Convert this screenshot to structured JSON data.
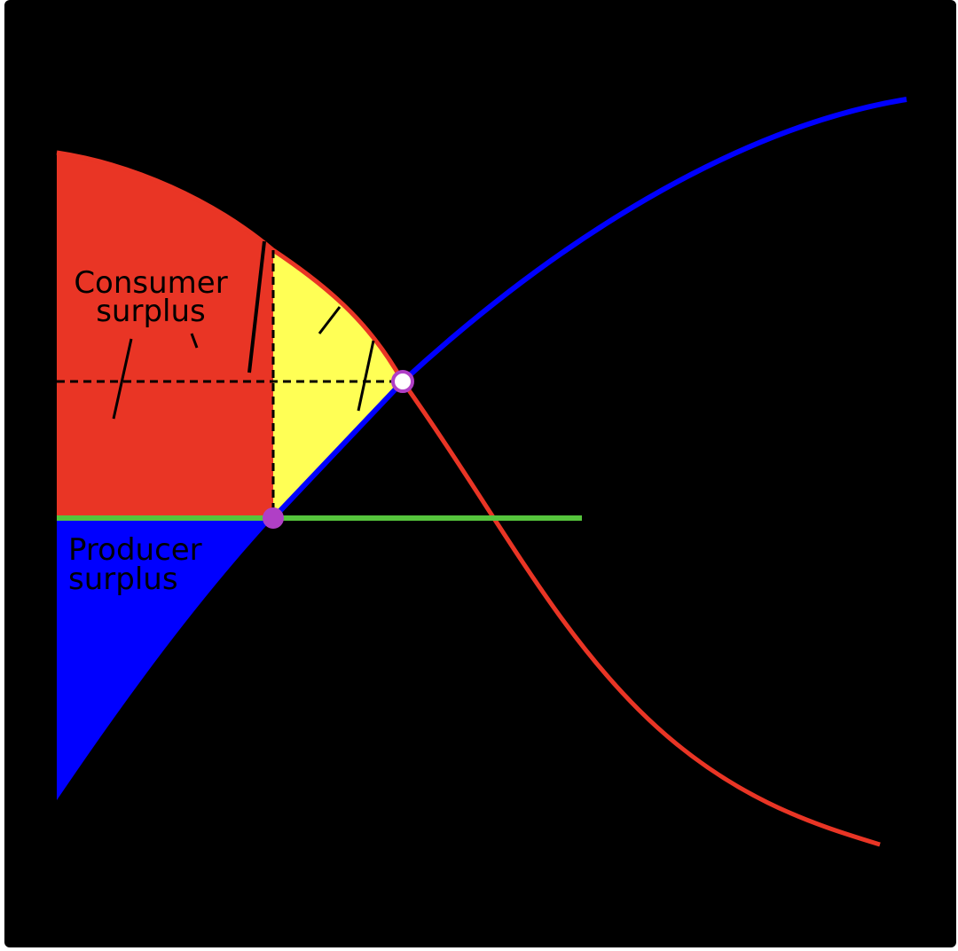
{
  "labels": {
    "consumer_line1": "Consumer",
    "consumer_line2": "surplus",
    "producer_line1": "Producer",
    "producer_line2": "surplus"
  },
  "colors": {
    "background": "#000000",
    "consumer_surplus": "#e93525",
    "deadweight_loss": "#ffff55",
    "producer_surplus": "#0000ff",
    "supply_curve": "#0000ff",
    "demand_curve": "#e93525",
    "price_floor_line": "#55c43c",
    "equilibrium_fill": "#ffffff",
    "point_stroke": "#b03fc6",
    "quantity_point": "#b03fc6",
    "label_text": "#000000"
  }
}
